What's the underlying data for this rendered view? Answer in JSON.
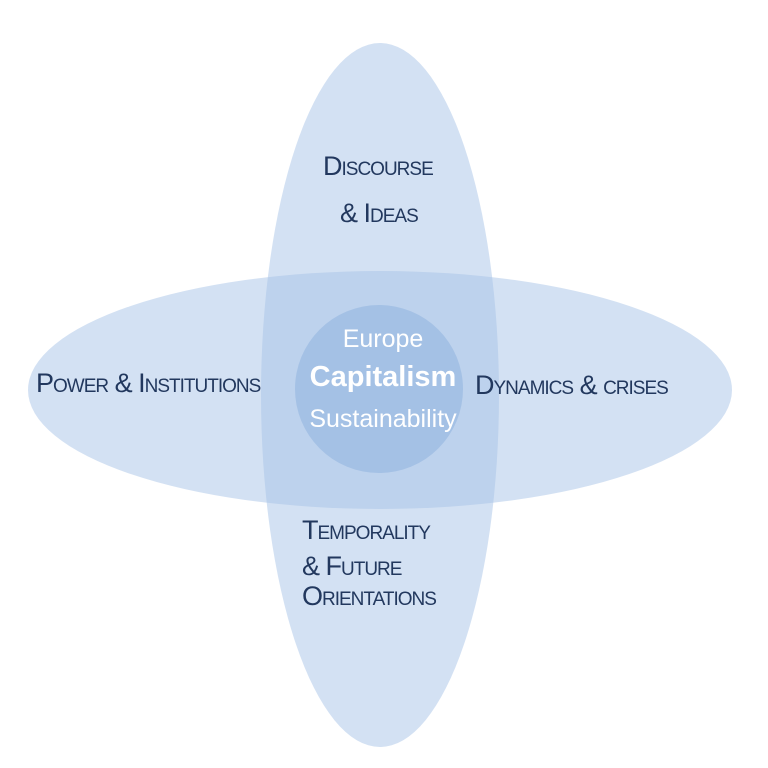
{
  "diagram": {
    "colors": {
      "petal_fill": "#a8c4e8",
      "center_fill": "#8fb2de",
      "label_text": "#22385e",
      "center_text": "#ffffff"
    },
    "top_label": {
      "line1": "Discourse",
      "line2": "& Ideas"
    },
    "left_label": "Power & Institutions",
    "right_label": "Dynamics & crises",
    "bottom_label": {
      "line1": "Temporality",
      "line2": "& Future",
      "line3": "Orientations"
    },
    "center": {
      "line1": "Europe",
      "line2": "Capitalism",
      "line3": "Sustainability"
    }
  }
}
